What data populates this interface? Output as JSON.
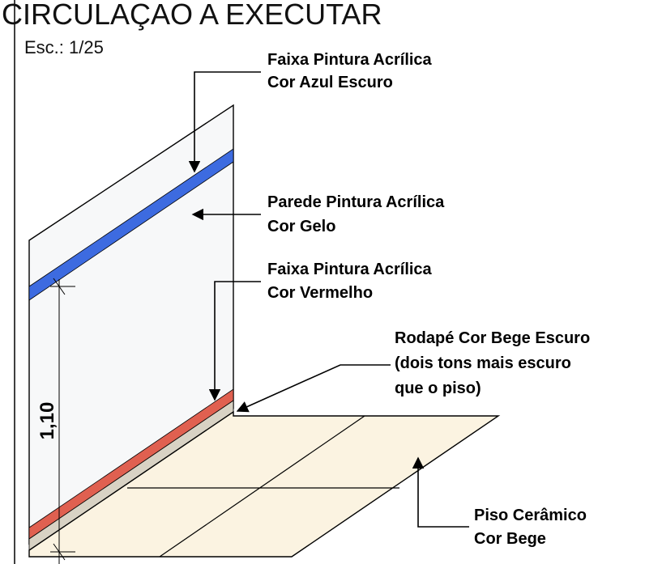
{
  "title": "CIRCULAÇAO A EXECUTAR",
  "scale": "Esc.: 1/25",
  "dimension": "1,10",
  "colors": {
    "dark_blue_stripe": "#3d6be0",
    "ice_wall": "#f7f8f9",
    "red_stripe": "#e06050",
    "dark_beige_baseboard": "#d8d2c4",
    "beige_floor": "#fbf3e1",
    "line": "#000000"
  },
  "labels": {
    "blue_stripe": {
      "line1": "Faixa Pintura Acrílica",
      "line2": "Cor Azul Escuro"
    },
    "wall": {
      "line1": "Parede Pintura Acrílica",
      "line2": "Cor Gelo"
    },
    "red_stripe": {
      "line1": "Faixa Pintura Acrílica",
      "line2": "Cor Vermelho"
    },
    "baseboard": {
      "line1": "Rodapé Cor Bege Escuro",
      "line2": "(dois tons mais escuro",
      "line3": "que o piso)"
    },
    "floor": {
      "line1": "Piso Cerâmico",
      "line2": "Cor Bege"
    }
  },
  "icons": {
    "arrow": "arrowhead-icon"
  }
}
